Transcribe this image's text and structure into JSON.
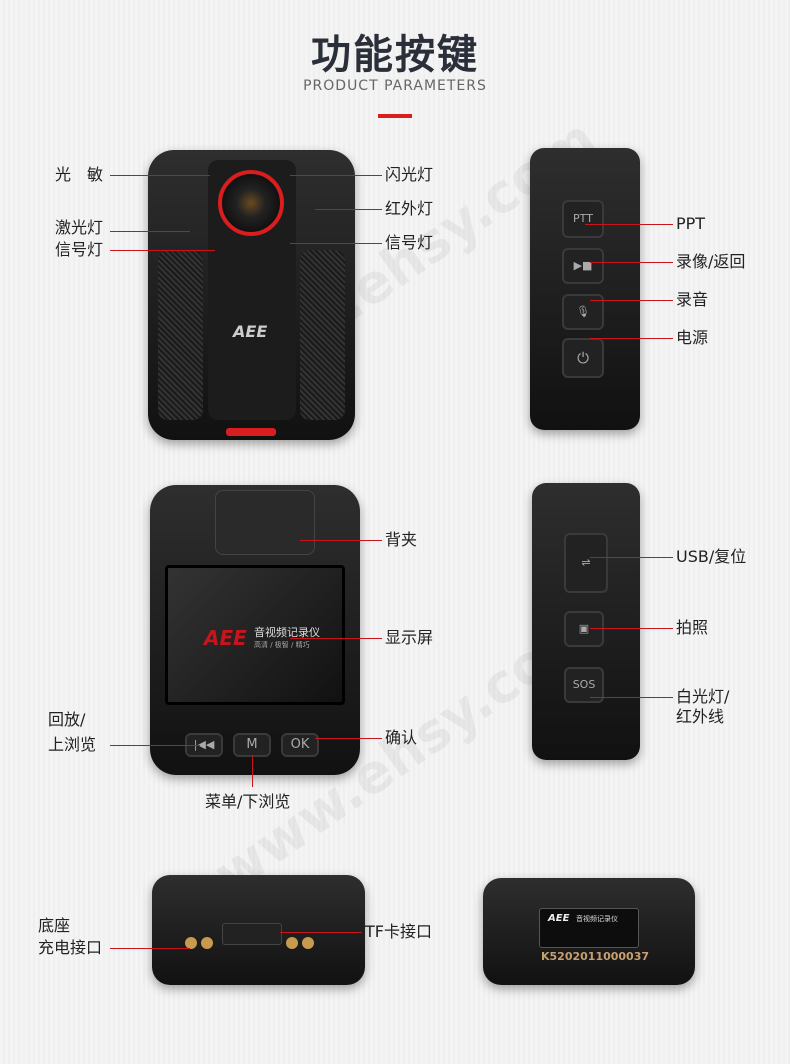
{
  "header": {
    "title": "功能按键",
    "subtitle": "PRODUCT PARAMETERS"
  },
  "watermark": "www.ehsy.com",
  "front": {
    "labels": {
      "light_sensor": "光　敏",
      "laser": "激光灯",
      "signal_left": "信号灯",
      "flash": "闪光灯",
      "infrared": "红外灯",
      "signal_right": "信号灯"
    },
    "logo": "AEE"
  },
  "side_a": {
    "labels": {
      "ptt": "PPT",
      "record": "录像/返回",
      "audio": "录音",
      "power": "电源"
    },
    "button_ptt": "PTT"
  },
  "back": {
    "labels": {
      "clip": "背夹",
      "screen": "显示屏",
      "playback_line1": "回放/",
      "playback_line2": "上浏览",
      "ok": "确认",
      "menu": "菜单/下浏览"
    },
    "screen": {
      "logo": "AEE",
      "product": "音视频记录仪",
      "tagline": "高清 / 极智 / 精巧"
    },
    "buttons": {
      "prev": "|◀◀",
      "menu": "M",
      "ok": "OK"
    }
  },
  "side_b": {
    "labels": {
      "usb": "USB/复位",
      "photo": "拍照",
      "light_line1": "白光灯/",
      "light_line2": "红外线"
    },
    "button_sos": "SOS"
  },
  "bottom": {
    "labels": {
      "dock_line1": "底座",
      "dock_line2": "充电接口",
      "tf": "TF卡接口"
    },
    "serial": "K5202011000037",
    "plate_logo": "AEE",
    "plate_product": "音视频记录仪"
  },
  "colors": {
    "accent": "#d81e1e",
    "title": "#2b2f3a"
  }
}
